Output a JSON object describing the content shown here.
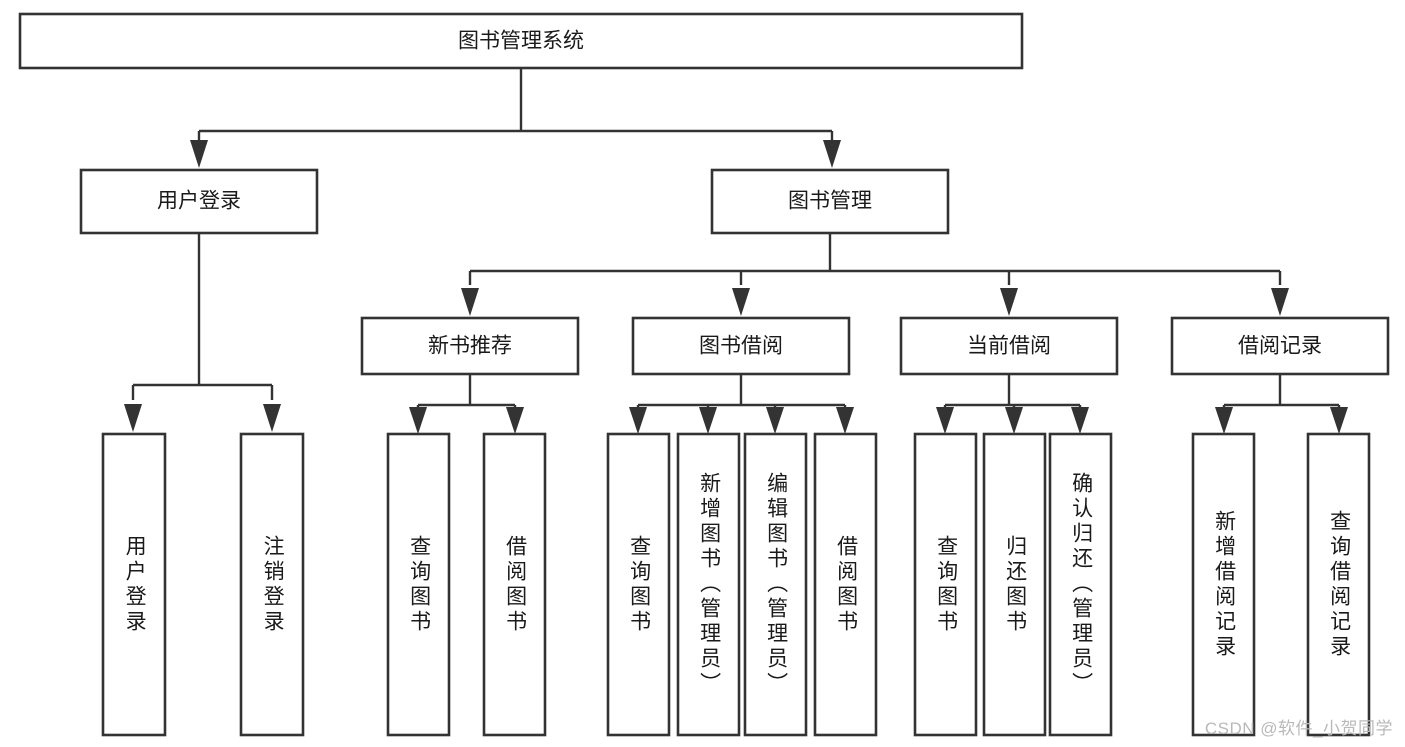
{
  "diagram": {
    "title": "图书管理系统",
    "type": "tree-hierarchy",
    "watermark": "CSDN @软件_小贺同学",
    "colors": {
      "box_stroke": "#333333",
      "box_fill": "#ffffff",
      "connector": "#333333",
      "text": "#1a1a1a",
      "watermark": "#b9b9b9",
      "background": "#ffffff"
    },
    "root": {
      "label": "图书管理系统"
    },
    "level2": [
      {
        "label": "用户登录"
      },
      {
        "label": "图书管理"
      }
    ],
    "level3": [
      {
        "label": "新书推荐"
      },
      {
        "label": "图书借阅"
      },
      {
        "label": "当前借阅"
      },
      {
        "label": "借阅记录"
      }
    ],
    "leaves": {
      "user_login": [
        {
          "label": "用户登录"
        },
        {
          "label": "注销登录"
        }
      ],
      "new_book_recommend": [
        {
          "label": "查询图书"
        },
        {
          "label": "借阅图书"
        }
      ],
      "book_borrow": [
        {
          "label": "查询图书"
        },
        {
          "label": "新增图书（管理员）"
        },
        {
          "label": "编辑图书（管理员）"
        },
        {
          "label": "借阅图书"
        }
      ],
      "current_borrow": [
        {
          "label": "查询图书"
        },
        {
          "label": "归还图书"
        },
        {
          "label": "确认归还（管理员）"
        }
      ],
      "borrow_record": [
        {
          "label": "新增借阅记录"
        },
        {
          "label": "查询借阅记录"
        }
      ]
    }
  }
}
